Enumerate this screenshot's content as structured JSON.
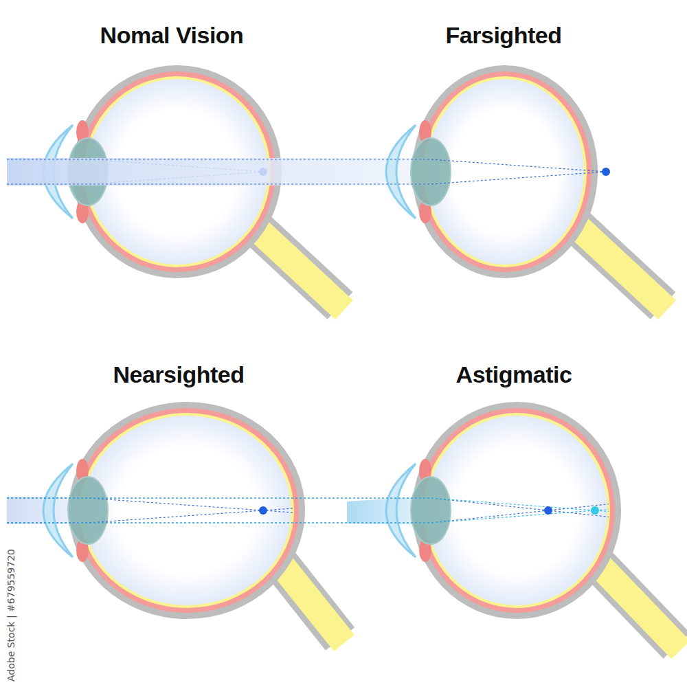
{
  "diagram": {
    "labels": [
      "Nomal Vision",
      "Farsighted",
      "Nearsighted",
      "Astigmatic",
      "Adobe Stock | #679559720"
    ]
  }
}
